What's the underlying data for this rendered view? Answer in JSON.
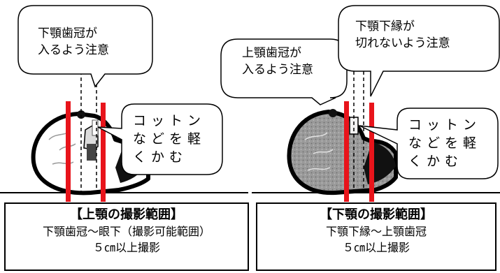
{
  "upper_panel": {
    "callout": "下顎歯冠が\n入るよう注意",
    "cotton_note": "コットン\nなどを軽\nくかむ",
    "caption": {
      "title": "【上顎の撮影範囲】",
      "line1": "下顎歯冠～眼下（撮影可能範囲）",
      "line2": "５㎝以上撮影"
    }
  },
  "lower_panel": {
    "callout_left": "上顎歯冠が\n入るよう注意",
    "callout_right": "下顎下縁が\n切れないよう注意",
    "cotton_note": "コットン\nなどを軽\nくかむ",
    "caption": {
      "title": "【下顎の撮影範囲】",
      "line1": "下顎下縁～上顎歯冠",
      "line2": "５㎝以上撮影"
    }
  },
  "colors": {
    "range_line": "#e8141b",
    "outline": "#000000",
    "skull_fill_lower": "#8f8f8f"
  }
}
